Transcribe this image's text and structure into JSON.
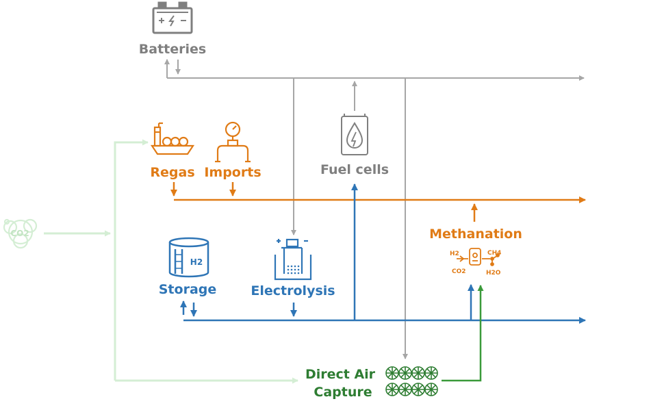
{
  "labels": {
    "batteries": "Batteries",
    "regas": "Regas",
    "imports": "Imports",
    "fuel_cells": "Fuel cells",
    "methanation": "Methanation",
    "storage": "Storage",
    "electrolysis": "Electrolysis",
    "direct_air": "Direct Air",
    "capture": "Capture"
  },
  "icon_text": {
    "co2": "CO2",
    "h2": "H2",
    "meth_h2": "H2",
    "meth_ch4": "CH4",
    "meth_co2": "CO2",
    "meth_h2o": "H2O"
  },
  "colors": {
    "electricity": "#a6a6a6",
    "methane": "#e07b16",
    "hydrogen": "#2e75b6",
    "co2_light": "#d4eed4",
    "dac_green": "#3a9a3a",
    "dac_dark": "#2e7d32"
  }
}
